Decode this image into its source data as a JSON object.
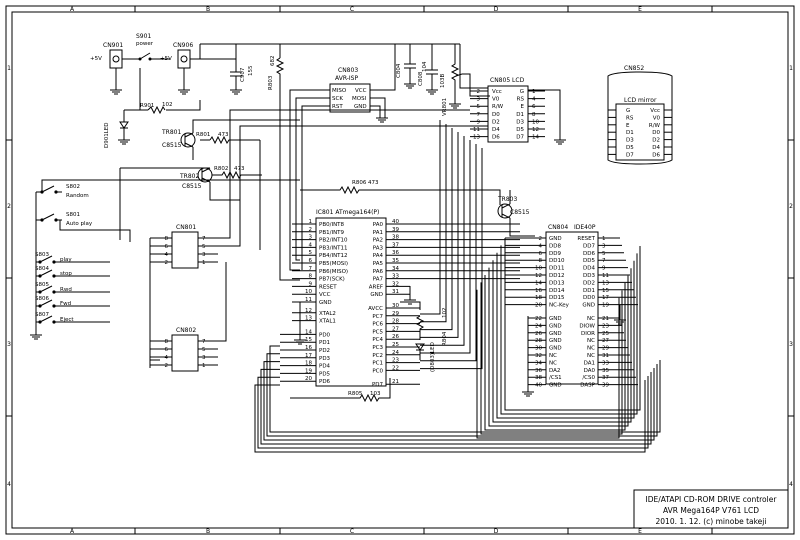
{
  "frame": {
    "cols": [
      "A",
      "B",
      "C",
      "D",
      "E"
    ],
    "rows": [
      "1",
      "2",
      "3",
      "4"
    ]
  },
  "title_block": {
    "line1": "IDE/ATAPI CD-ROM DRIVE controler",
    "line2": "AVR Mega164P   V761 LCD",
    "line3": "2010. 1. 12. (c) minobe takeji"
  },
  "power": {
    "cn901": "CN901",
    "cn906": "CN906",
    "s901": "S901",
    "s901_label": "power",
    "plus5v_a": "+5V",
    "plus5v_b": "+5V",
    "c907": "C907",
    "c907_val": "155"
  },
  "led": {
    "r901": "R901",
    "r901_val": "102",
    "d901": "D901LED"
  },
  "transistors": {
    "tr801": "TR801",
    "tr801_part": "C8515",
    "r801": "R801",
    "r801_val": "473",
    "tr802": "TR802",
    "tr802_part": "C8515",
    "r802": "R802",
    "r802_val": "473",
    "tr803": "TR803",
    "tr803_part": "C8515",
    "r806": "R806",
    "r806_val": "473"
  },
  "isp": {
    "r803": "R803",
    "r803_val": "682",
    "cn803": "CN803",
    "title": "AVR-ISP",
    "pins": [
      "MISO",
      "VCC",
      "SCK",
      "MOSI",
      "RST",
      "GND"
    ],
    "c804": "C804",
    "c804_val": "104",
    "c808": "C808",
    "vr801": "VR801",
    "vr801_val": "103B"
  },
  "lcd": {
    "cn805": "CN805 LCD",
    "pins_left": [
      "Vcc",
      "V0",
      "R/W",
      "D0",
      "D2",
      "D4",
      "D6"
    ],
    "pins_right": [
      "G",
      "RS",
      "E",
      "D1",
      "D3",
      "D5",
      "D7"
    ],
    "num_left": [
      "2",
      "3",
      "5",
      "7",
      "9",
      "11",
      "13"
    ],
    "num_right": [
      "1",
      "4",
      "6",
      "8",
      "10",
      "12",
      "14"
    ],
    "cn852": "CN852",
    "mirror": "LCD mirror",
    "mirror_left": [
      "G",
      "RS",
      "E",
      "D1",
      "D3",
      "D5",
      "D7"
    ],
    "mirror_right": [
      "Vcc",
      "V0",
      "R/W",
      "D0",
      "D2",
      "D4",
      "D6"
    ]
  },
  "switches": [
    {
      "ref": "S802",
      "label": "Random"
    },
    {
      "ref": "S801",
      "label": "Auto play"
    },
    {
      "ref": "S803",
      "label": "play"
    },
    {
      "ref": "S804",
      "label": "stop"
    },
    {
      "ref": "S805",
      "label": "Rwd"
    },
    {
      "ref": "S806",
      "label": "Fwd"
    },
    {
      "ref": "S807",
      "label": "Eject"
    }
  ],
  "cn801": {
    "ref": "CN801",
    "nums_l": [
      "8",
      "6",
      "4",
      "2"
    ],
    "nums_r": [
      "7",
      "5",
      "3",
      "1"
    ]
  },
  "cn802": {
    "ref": "CN802",
    "nums_l": [
      "8",
      "6",
      "4",
      "2"
    ],
    "nums_r": [
      "7",
      "5",
      "3",
      "1"
    ]
  },
  "mcu": {
    "ref": "IC801  ATmega164(P)",
    "left": [
      {
        "n": "1",
        "s": "PB0/INT8"
      },
      {
        "n": "2",
        "s": "PB1/INT9"
      },
      {
        "n": "3",
        "s": "PB2/INT10"
      },
      {
        "n": "4",
        "s": "PB3/INT11"
      },
      {
        "n": "5",
        "s": "PB4/INT12"
      },
      {
        "n": "6",
        "s": "PB5(MOSI)"
      },
      {
        "n": "7",
        "s": "PB6(MISO)"
      },
      {
        "n": "8",
        "s": "PB7(SCK)"
      },
      {
        "n": "9",
        "s": "RESET"
      },
      {
        "n": "10",
        "s": "VCC"
      },
      {
        "n": "11",
        "s": "GND"
      },
      {
        "n": "12",
        "s": "XTAL2"
      },
      {
        "n": "13",
        "s": "XTAL1"
      },
      {
        "n": "14",
        "s": "PD0"
      },
      {
        "n": "15",
        "s": "PD1"
      },
      {
        "n": "16",
        "s": "PD2"
      },
      {
        "n": "17",
        "s": "PD3"
      },
      {
        "n": "18",
        "s": "PD4"
      },
      {
        "n": "19",
        "s": "PD5"
      },
      {
        "n": "20",
        "s": "PD6"
      }
    ],
    "right": [
      {
        "n": "40",
        "s": "PA0"
      },
      {
        "n": "39",
        "s": "PA1"
      },
      {
        "n": "38",
        "s": "PA2"
      },
      {
        "n": "37",
        "s": "PA3"
      },
      {
        "n": "36",
        "s": "PA4"
      },
      {
        "n": "35",
        "s": "PA5"
      },
      {
        "n": "34",
        "s": "PA6"
      },
      {
        "n": "33",
        "s": "PA7"
      },
      {
        "n": "32",
        "s": "AREF"
      },
      {
        "n": "31",
        "s": "GND"
      },
      {
        "n": "30",
        "s": "AVCC"
      },
      {
        "n": "29",
        "s": "PC7"
      },
      {
        "n": "28",
        "s": "PC6"
      },
      {
        "n": "27",
        "s": "PC5"
      },
      {
        "n": "26",
        "s": "PC4"
      },
      {
        "n": "25",
        "s": "PC3"
      },
      {
        "n": "24",
        "s": "PC2"
      },
      {
        "n": "23",
        "s": "PC1"
      },
      {
        "n": "22",
        "s": "PC0"
      },
      {
        "n": "21",
        "s": "PD7"
      }
    ],
    "r804": "R804",
    "r804_val": "102",
    "d803": "(D803)LED",
    "r805": "R805",
    "r805_val": "103"
  },
  "ide": {
    "ref": "CN804",
    "title": "IDE40P",
    "left": [
      {
        "n": "2",
        "s": "GND"
      },
      {
        "n": "4",
        "s": "DD8"
      },
      {
        "n": "6",
        "s": "DD9"
      },
      {
        "n": "8",
        "s": "DD10"
      },
      {
        "n": "10",
        "s": "DD11"
      },
      {
        "n": "12",
        "s": "DD12"
      },
      {
        "n": "14",
        "s": "DD13"
      },
      {
        "n": "16",
        "s": "DD14"
      },
      {
        "n": "18",
        "s": "DD15"
      },
      {
        "n": "20",
        "s": "NC-Key"
      },
      {
        "n": "22",
        "s": "GND"
      },
      {
        "n": "24",
        "s": "GND"
      },
      {
        "n": "26",
        "s": "GND"
      },
      {
        "n": "28",
        "s": "GND"
      },
      {
        "n": "30",
        "s": "GND"
      },
      {
        "n": "32",
        "s": "NC"
      },
      {
        "n": "34",
        "s": "NC"
      },
      {
        "n": "36",
        "s": "DA2"
      },
      {
        "n": "38",
        "s": "/CS1"
      },
      {
        "n": "40",
        "s": "GND"
      }
    ],
    "right": [
      {
        "n": "1",
        "s": "RESET"
      },
      {
        "n": "3",
        "s": "DD7"
      },
      {
        "n": "5",
        "s": "DD6"
      },
      {
        "n": "7",
        "s": "DD5"
      },
      {
        "n": "9",
        "s": "DD4"
      },
      {
        "n": "11",
        "s": "DD3"
      },
      {
        "n": "13",
        "s": "DD2"
      },
      {
        "n": "15",
        "s": "DD1"
      },
      {
        "n": "17",
        "s": "DD0"
      },
      {
        "n": "19",
        "s": "GND"
      },
      {
        "n": "21",
        "s": "NC"
      },
      {
        "n": "23",
        "s": "DIOW"
      },
      {
        "n": "25",
        "s": "DIOR"
      },
      {
        "n": "27",
        "s": "NC"
      },
      {
        "n": "29",
        "s": "NC"
      },
      {
        "n": "31",
        "s": "NC"
      },
      {
        "n": "33",
        "s": "DA1"
      },
      {
        "n": "35",
        "s": "DA0"
      },
      {
        "n": "37",
        "s": "/CS0"
      },
      {
        "n": "39",
        "s": "DASP"
      }
    ]
  }
}
